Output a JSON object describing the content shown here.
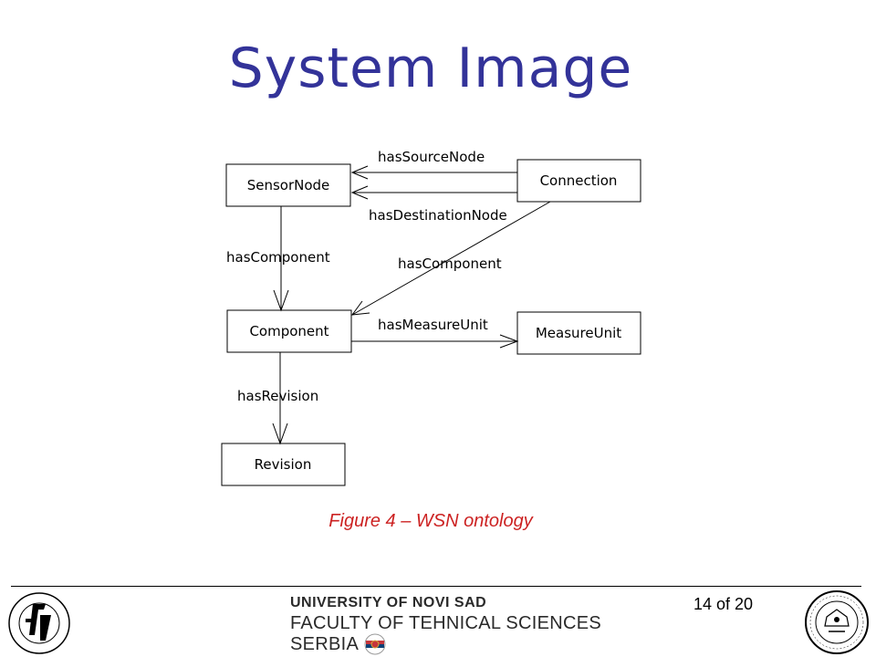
{
  "title": "System Image",
  "diagram": {
    "nodes": {
      "sensor_node": "SensorNode",
      "connection": "Connection",
      "component": "Component",
      "measure_unit": "MeasureUnit",
      "revision": "Revision"
    },
    "edges": {
      "has_source_node": "hasSourceNode",
      "has_destination_node": "hasDestinationNode",
      "has_component_sensor": "hasComponent",
      "has_component_connection": "hasComponent",
      "has_measure_unit": "hasMeasureUnit",
      "has_revision": "hasRevision"
    }
  },
  "caption": "Figure 4 – WSN ontology",
  "footer": {
    "page": "14 of 20",
    "line1": "UNIVERSITY OF NOVI SAD",
    "line2": "FACULTY OF TEHNICAL SCIENCES",
    "line3": "SERBIA"
  },
  "colors": {
    "title": "#333399",
    "caption": "#cc2222"
  }
}
